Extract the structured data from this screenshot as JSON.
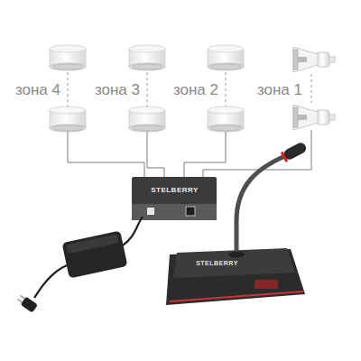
{
  "diagram": {
    "nodes": [
      {
        "text": [
          "STELBERRY"
        ]
      },
      {
        "text": [
          "STELBERRY"
        ]
      }
    ],
    "labels": [
      "зона 4",
      "зона 3",
      "зона 2",
      "зона 1"
    ]
  }
}
